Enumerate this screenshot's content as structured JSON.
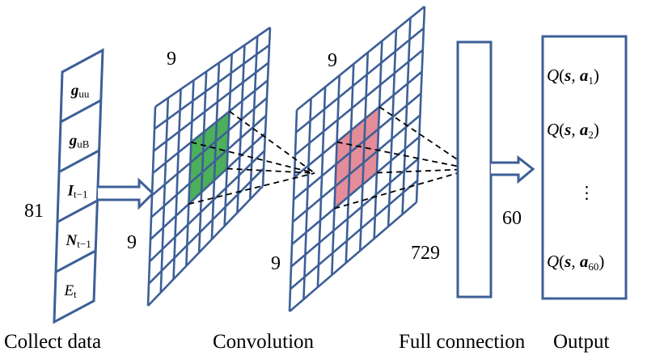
{
  "colors": {
    "line": "#3d5f97",
    "kernel_1": "#4caf5b",
    "kernel_2": "#e48c99",
    "dash": "#000000",
    "text": "#000000"
  },
  "input": {
    "rows": 81,
    "label": "81",
    "cells": [
      {
        "main": "g",
        "sub": "uu",
        "bold": true,
        "italic": true
      },
      {
        "main": "g",
        "sub": "uB",
        "bold": true,
        "italic": true
      },
      {
        "main": "I",
        "sub": "t−1",
        "bold": true,
        "italic": true
      },
      {
        "main": "N",
        "sub": "t−1",
        "bold": true,
        "italic": true
      },
      {
        "main": "E",
        "sub": "t",
        "bold": false,
        "italic": true
      }
    ]
  },
  "grid1": {
    "rows": 9,
    "cols": 9,
    "top_label": "9",
    "side_label": "9",
    "kernel_size": 3,
    "kernel_rows": [
      3,
      5
    ],
    "kernel_cols": [
      3,
      5
    ]
  },
  "grid2": {
    "rows": 9,
    "cols": 9,
    "top_label": "9",
    "side_label": "9",
    "kernel_size": 3,
    "kernel_rows": [
      3,
      5
    ],
    "kernel_cols": [
      3,
      5
    ]
  },
  "full_connection": {
    "size_label": "729"
  },
  "output": {
    "size_label": "60",
    "items": [
      {
        "q": "Q",
        "s": "s",
        "a": "a",
        "sub": "1"
      },
      {
        "q": "Q",
        "s": "s",
        "a": "a",
        "sub": "2"
      },
      {
        "ellipsis": "⋮"
      },
      {
        "q": "Q",
        "s": "s",
        "a": "a",
        "sub": "60"
      }
    ]
  },
  "stage_labels": {
    "collect": "Collect data",
    "convolution": "Convolution",
    "full_connection": "Full connection",
    "output": "Output"
  }
}
